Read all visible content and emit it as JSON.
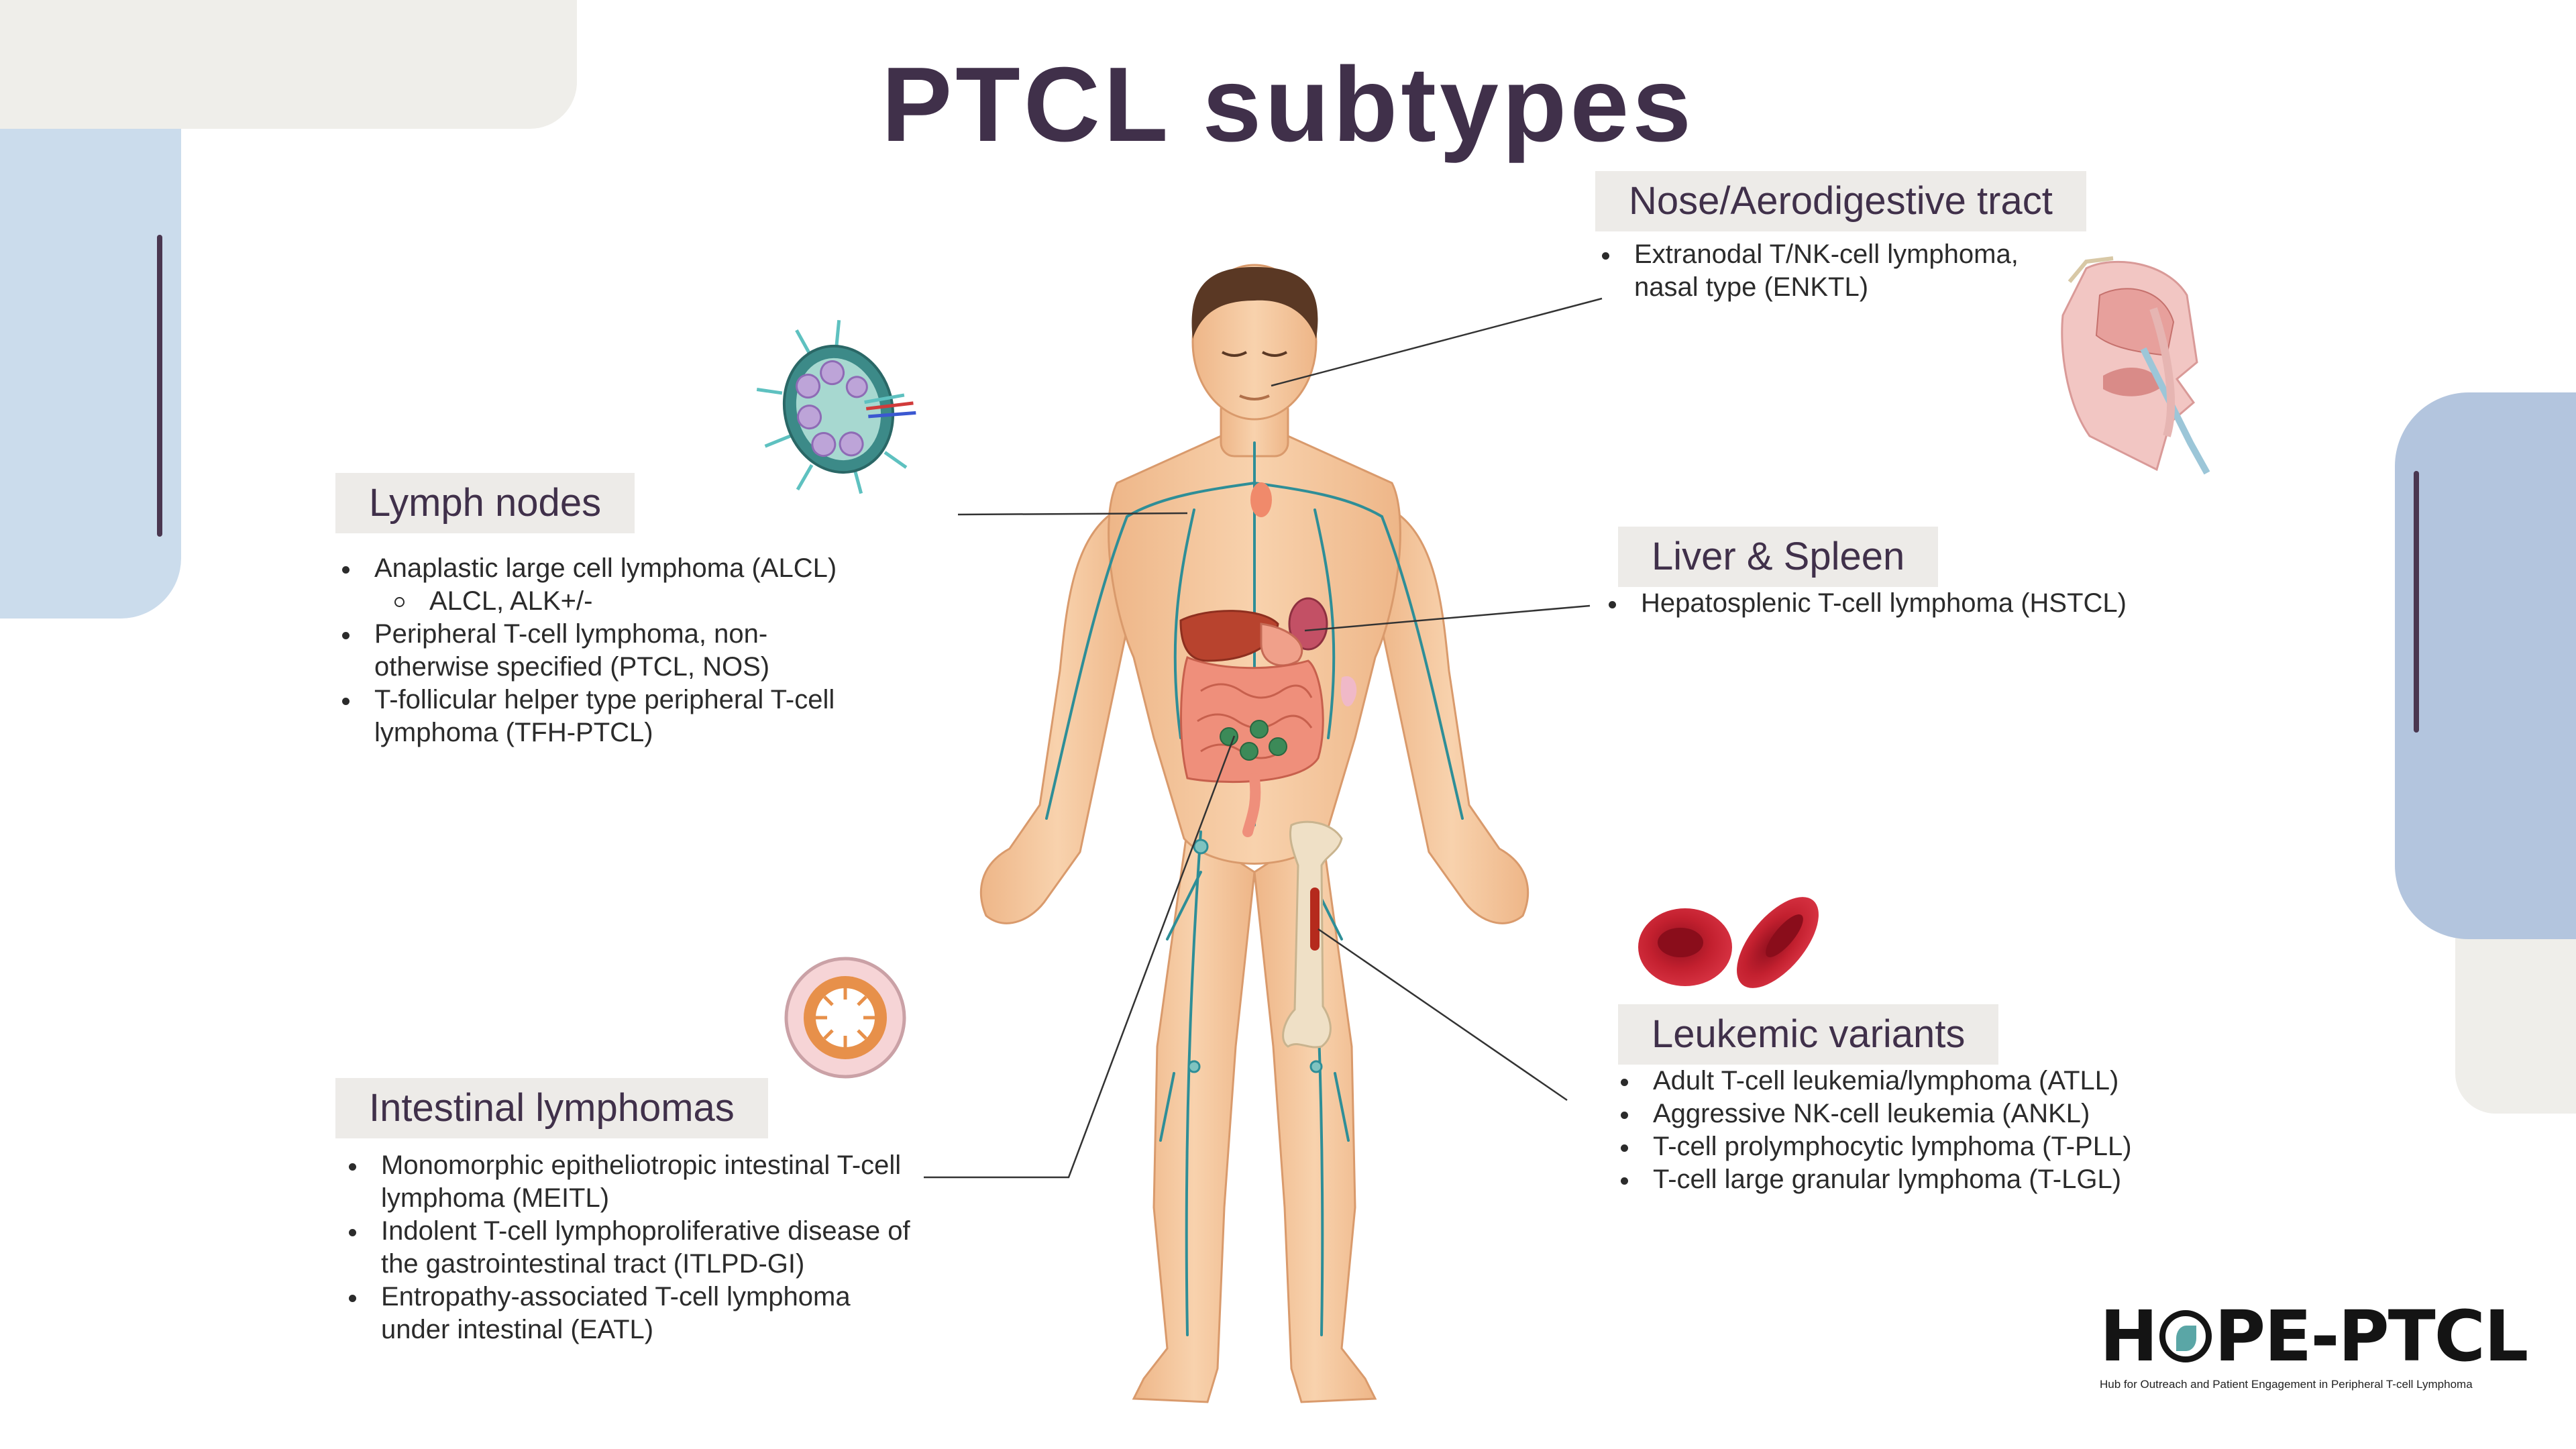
{
  "title": "PTCL subtypes",
  "colors": {
    "title": "#40304a",
    "heading_bg": "#edebe8",
    "accent_blue": "#cbdcec",
    "accent_blue_dark": "#b3c5de",
    "bar": "#4a3750",
    "lymph": "#2e8e97",
    "skin": "#f6c79d"
  },
  "sections": {
    "lymph_nodes": {
      "heading": "Lymph nodes",
      "items": [
        "Anaplastic large cell lymphoma (ALCL)",
        "ALCL, ALK+/-",
        "Peripheral T-cell lymphoma, non-otherwise specified (PTCL, NOS)",
        "T-follicular helper type peripheral T-cell lymphoma (TFH-PTCL)"
      ]
    },
    "nose": {
      "heading": "Nose/Aerodigestive tract",
      "items": [
        "Extranodal T/NK-cell lymphoma, nasal type (ENKTL)"
      ]
    },
    "liver_spleen": {
      "heading": "Liver & Spleen",
      "items": [
        "Hepatosplenic T-cell lymphoma (HSTCL)"
      ]
    },
    "intestinal": {
      "heading": "Intestinal lymphomas",
      "items": [
        "Monomorphic epitheliotropic intestinal T-cell lymphoma (MEITL)",
        "Indolent T-cell lymphoproliferative disease of the gastrointestinal tract (ITLPD-GI)",
        "Entropathy-associated T-cell lymphoma under intestinal (EATL)"
      ]
    },
    "leukemic": {
      "heading": "Leukemic variants",
      "items": [
        "Adult T-cell leukemia/lymphoma (ATLL)",
        "Aggressive NK-cell leukemia (ANKL)",
        "T-cell prolymphocytic lymphoma (T-PLL)",
        "T-cell large granular lymphoma (T-LGL)"
      ]
    }
  },
  "icons": [
    "human-body-illustration",
    "lymph-node-icon",
    "nasal-cavity-icon",
    "red-blood-cells-icon",
    "intestine-cross-section-icon"
  ],
  "logo": {
    "text_before": "H",
    "text_after": "PE-PTCL",
    "subtitle": "Hub for Outreach and Patient Engagement in Peripheral T-cell Lymphoma"
  }
}
